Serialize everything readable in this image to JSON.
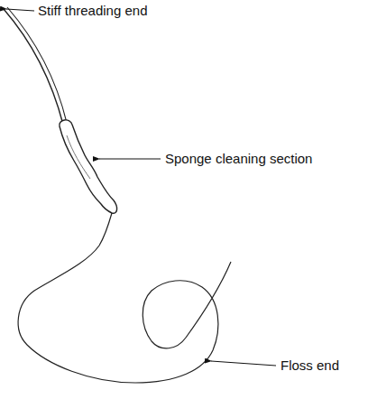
{
  "diagram": {
    "labels": [
      "Stiff threading end",
      "Sponge cleaning section",
      "Floss end"
    ]
  }
}
